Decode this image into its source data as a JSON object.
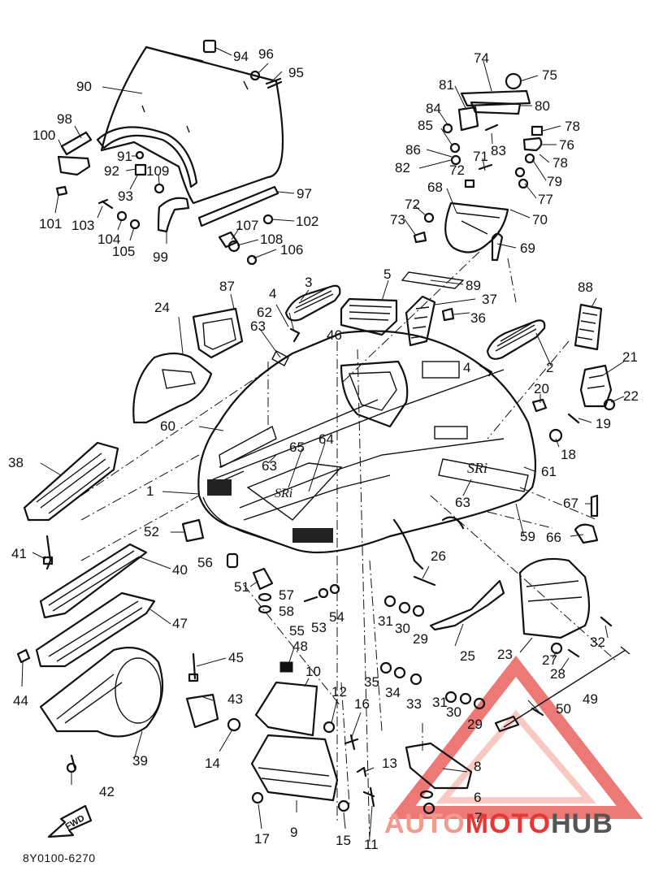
{
  "diagram_code": "8Y0100-6270",
  "fwd_label": "FWD",
  "watermark": {
    "word_part1": "AUTO",
    "word_part2": "MOTO",
    "word_part3": "HUB",
    "color_primary": "#e53935",
    "color_secondary": "#f6a8a0",
    "color_dark": "#555555"
  },
  "parts": {
    "p1": "1",
    "p2": "2",
    "p3": "3",
    "p4a": "4",
    "p4b": "4",
    "p5": "5",
    "p6": "6",
    "p7": "7",
    "p8": "8",
    "p9": "9",
    "p10": "10",
    "p11": "11",
    "p12": "12",
    "p13": "13",
    "p14": "14",
    "p15": "15",
    "p16": "16",
    "p17": "17",
    "p18": "18",
    "p19": "19",
    "p20": "20",
    "p21": "21",
    "p22": "22",
    "p23": "23",
    "p24": "24",
    "p25": "25",
    "p26": "26",
    "p27": "27",
    "p28": "28",
    "p29a": "29",
    "p29b": "29",
    "p30a": "30",
    "p30b": "30",
    "p31a": "31",
    "p31b": "31",
    "p32": "32",
    "p33": "33",
    "p34": "34",
    "p35": "35",
    "p36": "36",
    "p37": "37",
    "p38": "38",
    "p39": "39",
    "p40": "40",
    "p41": "41",
    "p42": "42",
    "p43": "43",
    "p44": "44",
    "p45": "45",
    "p46": "46",
    "p47": "47",
    "p48": "48",
    "p49": "49",
    "p50": "50",
    "p51": "51",
    "p52": "52",
    "p53": "53",
    "p54": "54",
    "p55": "55",
    "p56": "56",
    "p57": "57",
    "p58": "58",
    "p59": "59",
    "p60": "60",
    "p61": "61",
    "p62": "62",
    "p63a": "63",
    "p63b": "63",
    "p63c": "63",
    "p64": "64",
    "p65": "65",
    "p66": "66",
    "p67": "67",
    "p68": "68",
    "p69": "69",
    "p70": "70",
    "p71": "71",
    "p72a": "72",
    "p72b": "72",
    "p73": "73",
    "p74": "74",
    "p75": "75",
    "p76": "76",
    "p77": "77",
    "p78a": "78",
    "p78b": "78",
    "p79": "79",
    "p80": "80",
    "p81": "81",
    "p82": "82",
    "p83": "83",
    "p84": "84",
    "p85": "85",
    "p86": "86",
    "p87": "87",
    "p88": "88",
    "p89": "89",
    "p90": "90",
    "p91": "91",
    "p92": "92",
    "p93": "93",
    "p94": "94",
    "p95": "95",
    "p96": "96",
    "p97": "97",
    "p98": "98",
    "p99": "99",
    "p100": "100",
    "p101": "101",
    "p102": "102",
    "p103": "103",
    "p104": "104",
    "p105": "105",
    "p106": "106",
    "p107": "107",
    "p108": "108",
    "p109": "109"
  }
}
